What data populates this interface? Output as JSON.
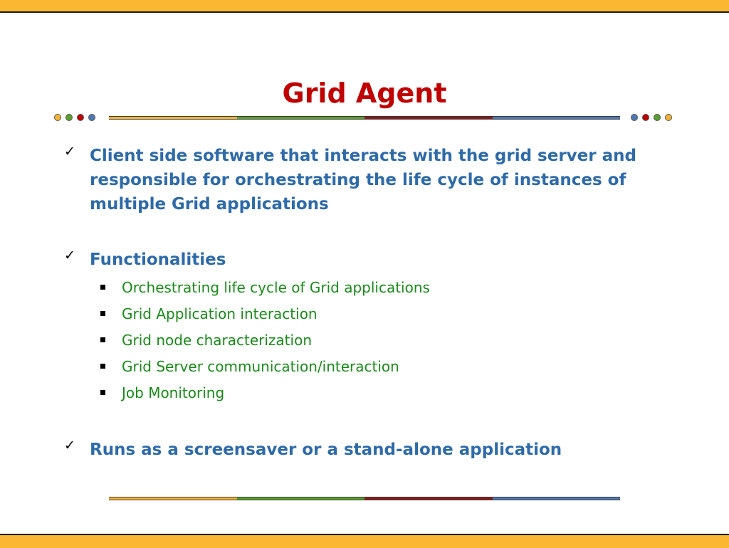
{
  "slide": {
    "title": "Grid Agent",
    "colors": {
      "band": "#fbb731",
      "title": "#c00000",
      "primary_text": "#2e6aa8",
      "secondary_text": "#1a8a1a",
      "rule_segments": [
        "#f5b335",
        "#5aa02c",
        "#8b1a1a",
        "#4f79b4"
      ],
      "dots_left": [
        "#f5b335",
        "#5aa02c",
        "#c00000",
        "#4f79b4"
      ],
      "dots_right": [
        "#4f79b4",
        "#c00000",
        "#5aa02c",
        "#f5b335"
      ]
    },
    "items": [
      {
        "icon": "checkmark-icon",
        "check": "✓",
        "text": "Client side software that interacts with the grid server and responsible for orchestrating the life cycle of instances of multiple Grid applications"
      },
      {
        "icon": "checkmark-icon",
        "check": "✓",
        "text": "Functionalities",
        "sub_items": [
          "Orchestrating life cycle of Grid applications",
          "Grid Application interaction",
          "Grid node characterization",
          "Grid Server communication/interaction",
          "Job Monitoring"
        ]
      },
      {
        "icon": "checkmark-icon",
        "check": "✓",
        "text": "Runs as a screensaver or a stand-alone application"
      }
    ]
  }
}
